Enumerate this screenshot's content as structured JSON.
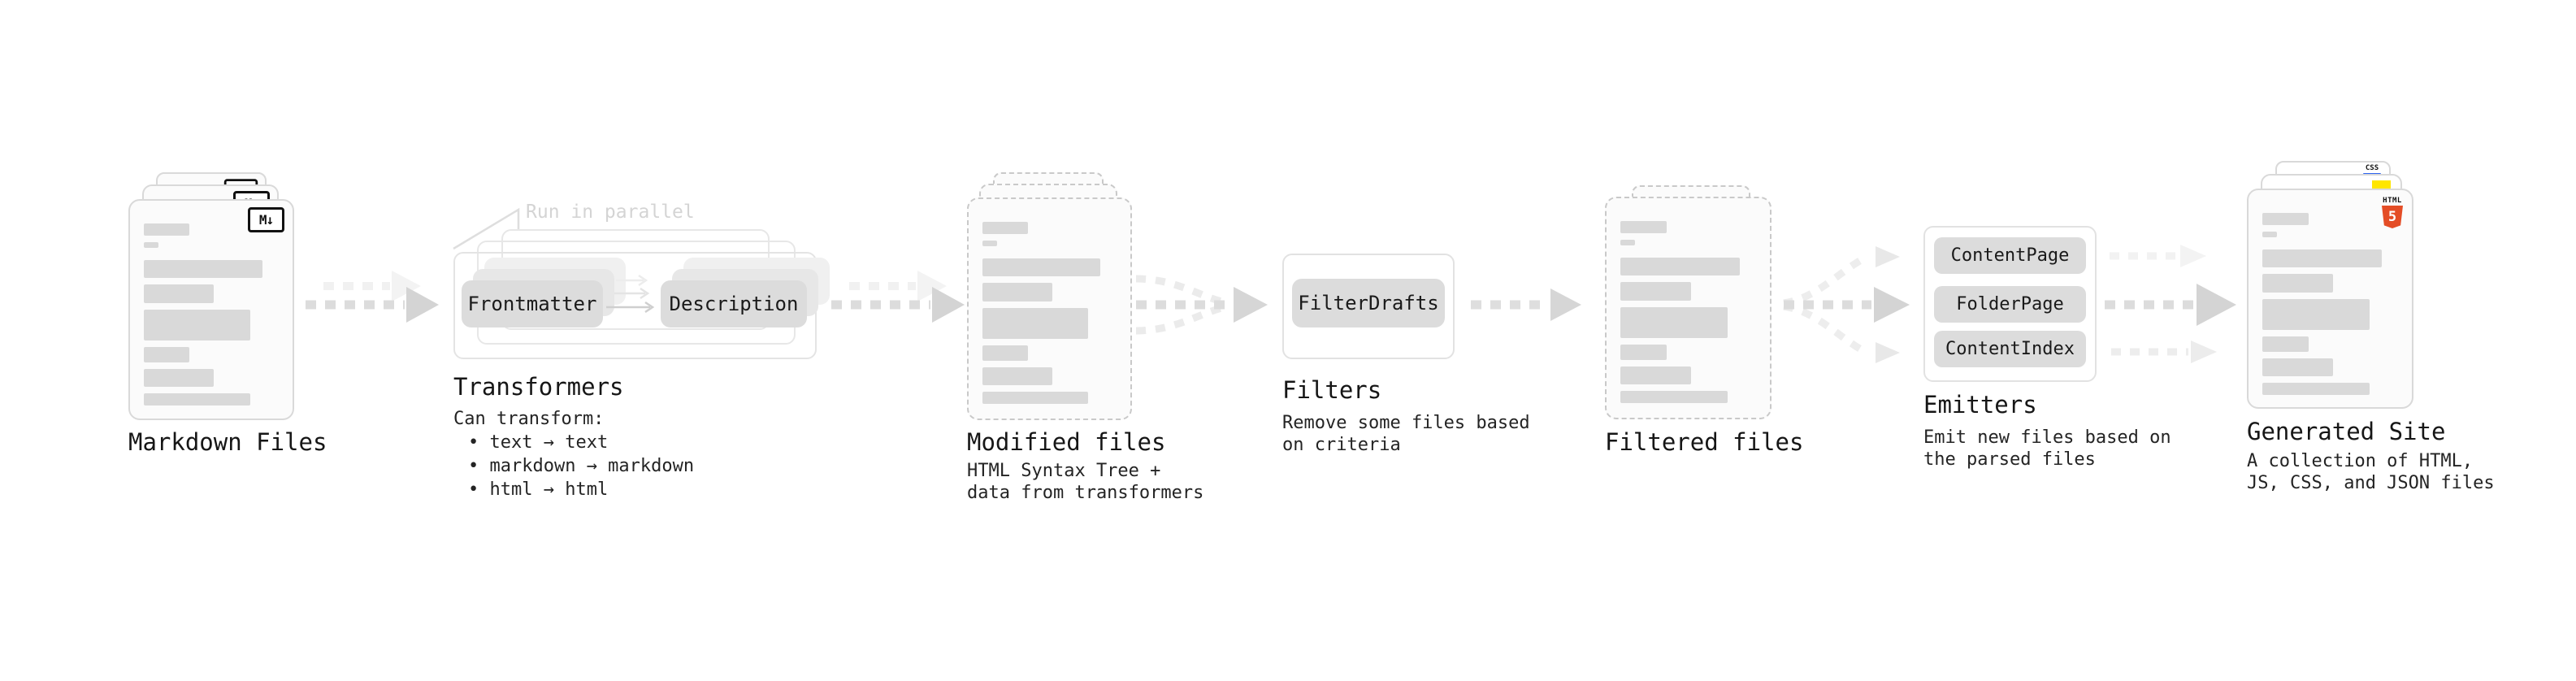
{
  "diagram": {
    "markdown": {
      "label": "Markdown Files",
      "badge": "M↓"
    },
    "transformers": {
      "heading": "Transformers",
      "annotation": "Run in parallel",
      "pill_left": "Frontmatter",
      "pill_right": "Description",
      "desc_title": "Can transform:",
      "desc_items": [
        "• text → text",
        "• markdown → markdown",
        "• html → html"
      ]
    },
    "modified": {
      "heading": "Modified files",
      "desc_lines": [
        "HTML Syntax Tree +",
        "data from transformers"
      ]
    },
    "filters": {
      "heading": "Filters",
      "pill": "FilterDrafts",
      "desc_lines": [
        "Remove some files based",
        "on criteria"
      ]
    },
    "filtered": {
      "heading": "Filtered files"
    },
    "emitters": {
      "heading": "Emitters",
      "pills": [
        "ContentPage",
        "FolderPage",
        "ContentIndex"
      ],
      "desc_lines": [
        "Emit new files based on",
        "the parsed files"
      ]
    },
    "generated": {
      "heading": "Generated Site",
      "badge_css": "CSS",
      "badge_html_top": "HTML",
      "badge_html_num": "5",
      "desc_lines": [
        "A collection of HTML,",
        "JS, CSS, and JSON files"
      ]
    },
    "colors": {
      "card_border": "#d9d9d9",
      "bar_gray": "#d9d9d9",
      "pill_gray": "#dcdcdc",
      "arrow_gray": "#d8d8d8",
      "arrow_light": "#efefef",
      "html5_orange": "#e44d26",
      "js_yellow": "#ffe600",
      "css_blue": "#2c63f0"
    }
  }
}
